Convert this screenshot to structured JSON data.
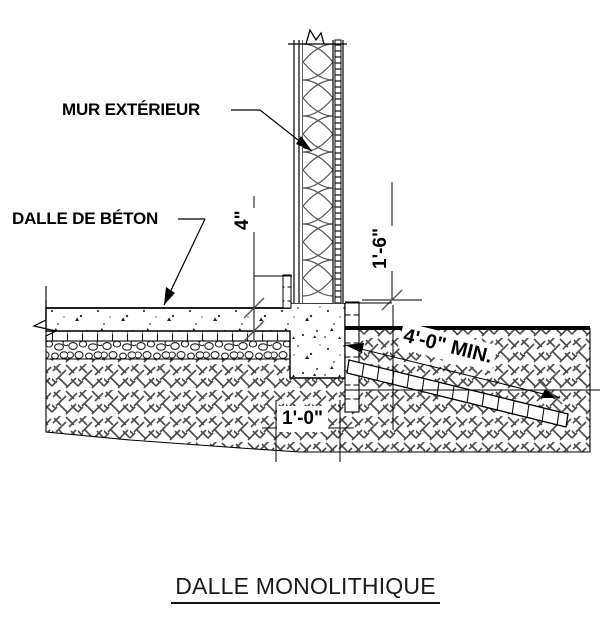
{
  "drawing": {
    "title": "DALLE MONOLITHIQUE",
    "labels": {
      "wall": "MUR EXTÉRIEUR",
      "slab": "DALLE DE BÉTON"
    },
    "dimensions": {
      "slab_thickness": "4\"",
      "footing_depth": "1'-6\"",
      "insulation_horizontal_run": "4'-0\" MIN.",
      "footing_width": "1'-0\""
    },
    "colors": {
      "line": "#000000",
      "hatch": "#555555",
      "grade_line": "#000000",
      "background": "#ffffff",
      "title_text": "#1a1a1a"
    }
  }
}
